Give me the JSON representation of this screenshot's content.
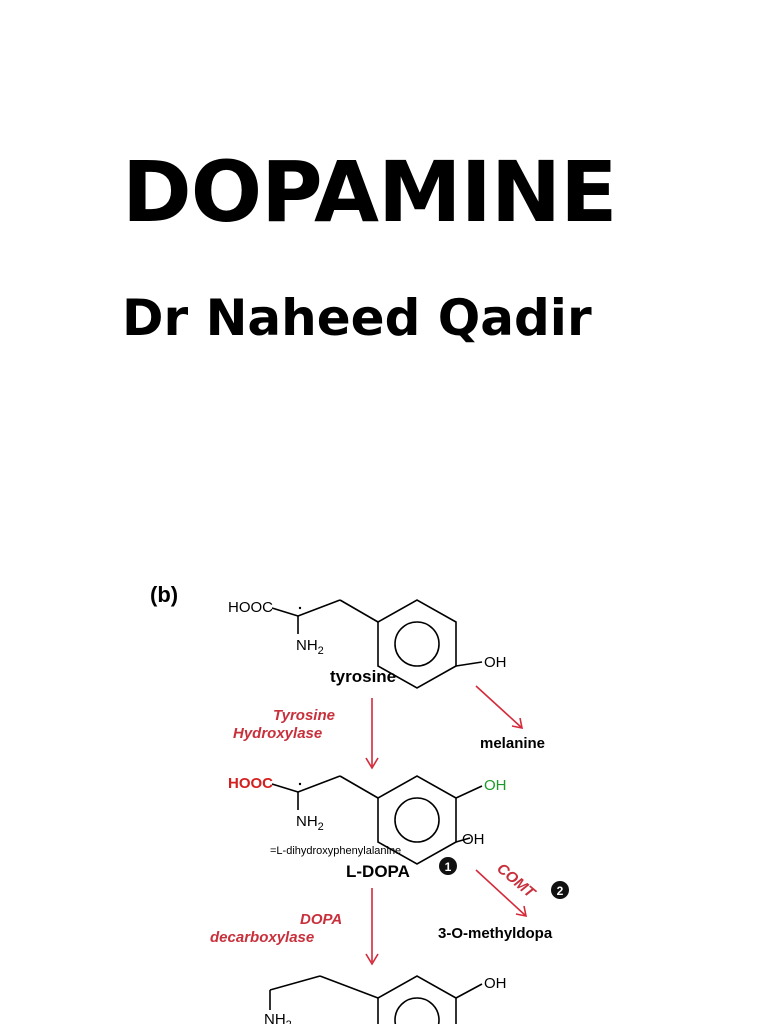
{
  "slide": {
    "title": "DOPAMINE",
    "subtitle": "Dr Naheed Qadir"
  },
  "figure": {
    "panel_label": "(b)",
    "tyrosine": {
      "acid_group": "HOOC",
      "amine_group": "NH2",
      "hydroxyl": "OH",
      "name": "tyrosine"
    },
    "side_product_1": "melanine",
    "enzyme_1": [
      "Tyrosine",
      "Hydroxylase"
    ],
    "ldopa": {
      "acid_group": "HOOC",
      "amine_group": "NH2",
      "hydroxyl_1": "OH",
      "hydroxyl_2": "OH",
      "full_name": "=L-dihydroxyphenylalanine",
      "name": "L-DOPA",
      "badge": "1"
    },
    "comt_label": "COMT",
    "comt_badge": "2",
    "side_product_2": "3-O-methyldopa",
    "enzyme_2": [
      "DOPA",
      "decarboxylase"
    ],
    "dopamine": {
      "hydroxyl": "OH",
      "amine_group": "NH2"
    },
    "colors": {
      "enzyme": "#c8303c",
      "acid_highlight": "#d42020",
      "hydroxyl_highlight": "#1a9a2a"
    }
  }
}
